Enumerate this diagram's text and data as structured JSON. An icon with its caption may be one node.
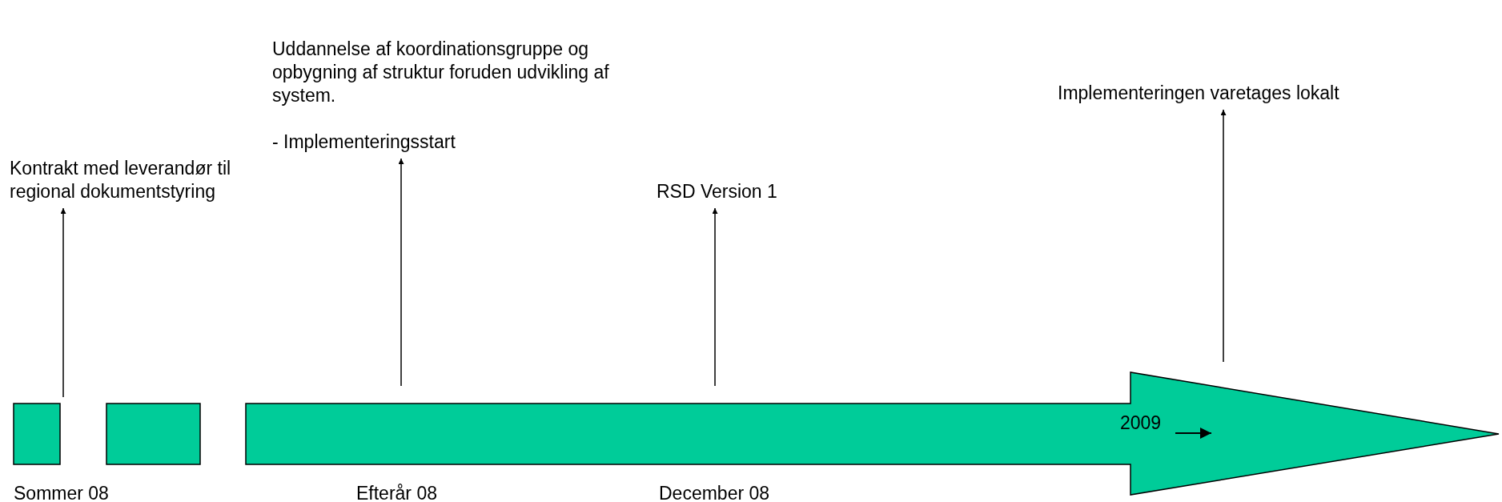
{
  "diagram": {
    "nodes": [
      {
        "text": [],
        "shape": "box"
      },
      {
        "text": [],
        "shape": "box"
      },
      {
        "text": [
          "2009"
        ]
      },
      {
        "text": [
          "Kontrakt med leverandør til regional dokumentstyring"
        ]
      },
      {
        "text": [
          "Uddannelse af koordinationsgruppe og opbygning af struktur foruden udvikling af system.",
          "- Implementeringsstart"
        ]
      },
      {
        "text": [
          "RSD Version 1"
        ]
      },
      {
        "text": [
          "Implementeringen varetages lokalt"
        ]
      }
    ],
    "edges": [
      {
        "from": 0,
        "to": 3,
        "arrow": "to"
      },
      {
        "from": 2,
        "to": 4,
        "arrow": "to"
      },
      {
        "from": 2,
        "to": 5,
        "arrow": "to"
      },
      {
        "from": null,
        "to": 6,
        "arrow": "to"
      }
    ],
    "labels": [
      "Sommer 08",
      "Efterår 08",
      "December 08"
    ]
  }
}
